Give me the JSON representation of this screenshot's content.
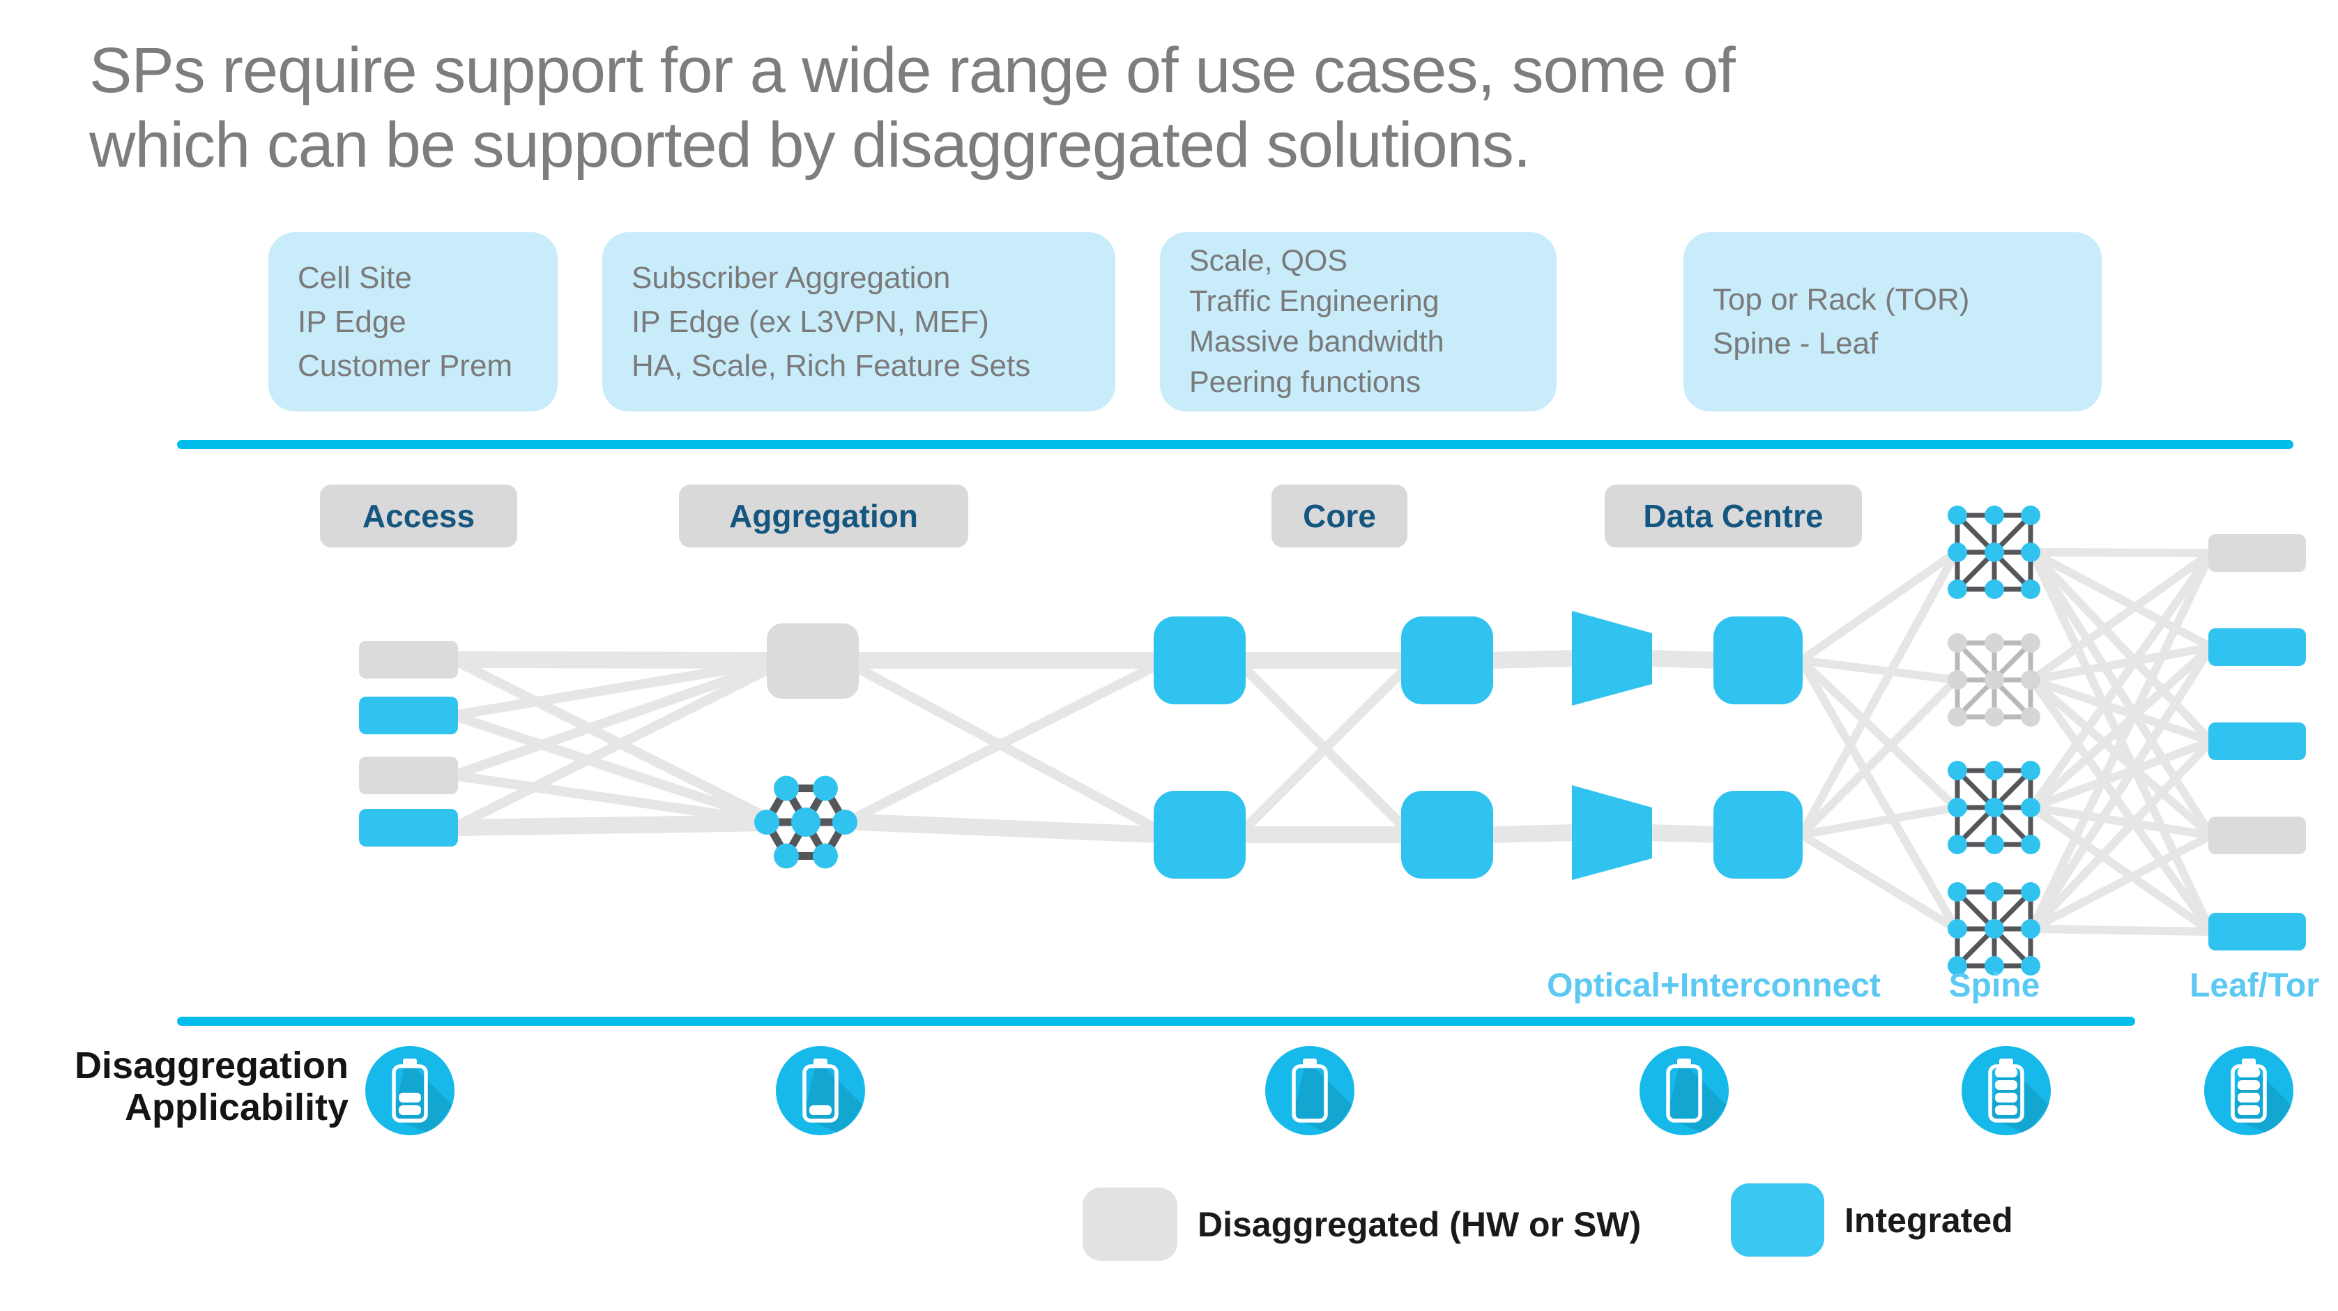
{
  "slide": {
    "title_line1": "SPs require support for a wide range of use cases, some of",
    "title_line2": "which can be supported by disaggregated solutions."
  },
  "callouts": [
    {
      "segment": "Access",
      "lines": [
        "Cell Site",
        "IP Edge",
        "Customer Prem"
      ]
    },
    {
      "segment": "Aggregation",
      "lines": [
        "Subscriber Aggregation",
        "IP Edge (ex L3VPN, MEF)",
        "HA, Scale, Rich Feature Sets"
      ]
    },
    {
      "segment": "Core",
      "lines": [
        "Scale, QOS",
        "Traffic Engineering",
        "Massive bandwidth",
        "Peering functions"
      ]
    },
    {
      "segment": "Data Centre",
      "lines": [
        "Top or Rack (TOR)",
        "Spine - Leaf"
      ]
    }
  ],
  "segments": [
    {
      "label": "Access"
    },
    {
      "label": "Aggregation"
    },
    {
      "label": "Core"
    },
    {
      "label": "Data Centre"
    }
  ],
  "diagram_labels": {
    "optical": "Optical+Interconnect",
    "spine": "Spine",
    "leaf": "Leaf/Tor"
  },
  "applicability": {
    "label_line1": "Disaggregation",
    "label_line2": "Applicability",
    "batteries": [
      {
        "segment": "Access",
        "level": 2,
        "max": 4
      },
      {
        "segment": "Aggregation",
        "level": 1,
        "max": 4
      },
      {
        "segment": "Core",
        "level": 0,
        "max": 4
      },
      {
        "segment": "Data Centre",
        "level": 0,
        "max": 4
      },
      {
        "segment": "Spine",
        "level": 4,
        "max": 4
      },
      {
        "segment": "Leaf/Tor",
        "level": 4,
        "max": 4
      }
    ]
  },
  "legend": [
    {
      "label": "Disaggregated (HW or SW)",
      "color": "#e2e2e2"
    },
    {
      "label": "Integrated",
      "color": "#3ac7f0"
    }
  ],
  "colors": {
    "accent_cyan": "#00bceb",
    "node_blue": "#31c3ef",
    "node_gray": "#dbdbdb",
    "pill_text_navy": "#14567f",
    "label_light_blue": "#5bc9f2",
    "mesh_dark": "#54565a",
    "connection_gray": "#e6e6e6",
    "callout_bg": "#c8ecfa",
    "title_gray": "#7d7d80",
    "battery_circle": "#16b9e9"
  }
}
